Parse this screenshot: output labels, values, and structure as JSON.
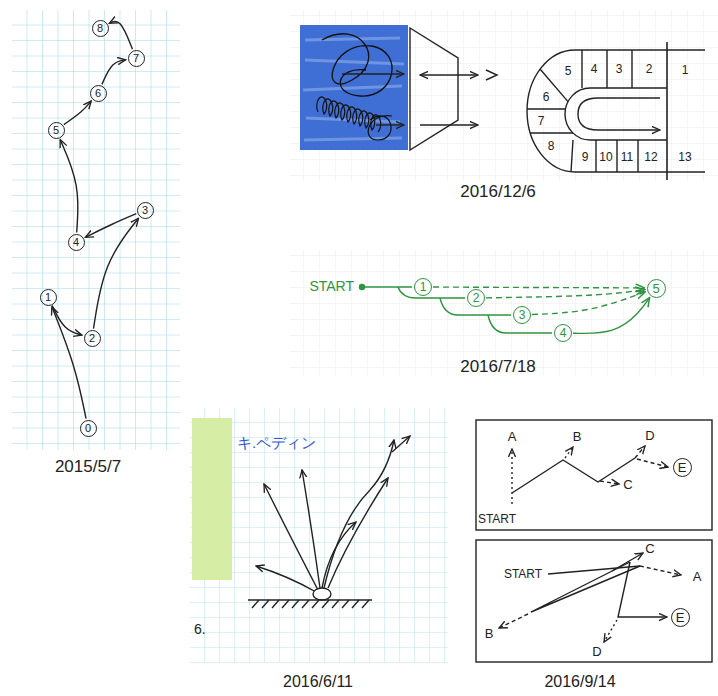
{
  "diagram": {
    "nodes": [
      {
        "text": [
          "0"
        ]
      },
      {
        "text": [
          "1"
        ]
      },
      {
        "text": [
          "2"
        ]
      },
      {
        "text": [
          "3"
        ]
      },
      {
        "text": [
          "4"
        ]
      },
      {
        "text": [
          "5"
        ]
      },
      {
        "text": [
          "6"
        ]
      },
      {
        "text": [
          "7"
        ]
      },
      {
        "text": [
          "8"
        ]
      },
      {
        "text": [
          "1"
        ]
      },
      {
        "text": [
          "2"
        ]
      },
      {
        "text": [
          "3"
        ]
      },
      {
        "text": [
          "4"
        ]
      },
      {
        "text": [
          "5"
        ]
      },
      {
        "text": [
          "6"
        ]
      },
      {
        "text": [
          "7"
        ]
      },
      {
        "text": [
          "8"
        ]
      },
      {
        "text": [
          "9"
        ]
      },
      {
        "text": [
          "10"
        ]
      },
      {
        "text": [
          "11"
        ]
      },
      {
        "text": [
          "12"
        ]
      },
      {
        "text": [
          "13"
        ]
      },
      {
        "text": [
          "1"
        ]
      },
      {
        "text": [
          "2"
        ]
      },
      {
        "text": [
          "3"
        ]
      },
      {
        "text": [
          "4"
        ]
      },
      {
        "text": [
          "5"
        ]
      },
      {
        "text": [
          "E"
        ]
      },
      {
        "text": [
          "E"
        ]
      }
    ],
    "edges": [
      {
        "from": 0,
        "to": 1,
        "arrow": "to"
      },
      {
        "from": 1,
        "to": 2,
        "arrow": "to"
      },
      {
        "from": 2,
        "to": 3,
        "arrow": "to"
      },
      {
        "from": 3,
        "to": 4,
        "arrow": "to"
      },
      {
        "from": 4,
        "to": 5,
        "arrow": "to"
      },
      {
        "from": 5,
        "to": 6,
        "arrow": "to"
      },
      {
        "from": 6,
        "to": 7,
        "arrow": "to"
      },
      {
        "from": 7,
        "to": 8,
        "arrow": "to"
      },
      {
        "from": 22,
        "to": 26,
        "arrow": "to"
      },
      {
        "from": 23,
        "to": 26,
        "arrow": "to"
      },
      {
        "from": 24,
        "to": 26,
        "arrow": "to"
      },
      {
        "from": 25,
        "to": 26,
        "arrow": "to"
      }
    ],
    "labels": [
      "2015/5/7",
      "2016/12/6",
      "START",
      "2016/7/18",
      "キ.ペディン",
      "6.",
      "2016/6/11",
      "A",
      "B",
      "C",
      "D",
      "START",
      "START",
      "C",
      "A",
      "B",
      "D",
      "2016/9/14"
    ]
  }
}
